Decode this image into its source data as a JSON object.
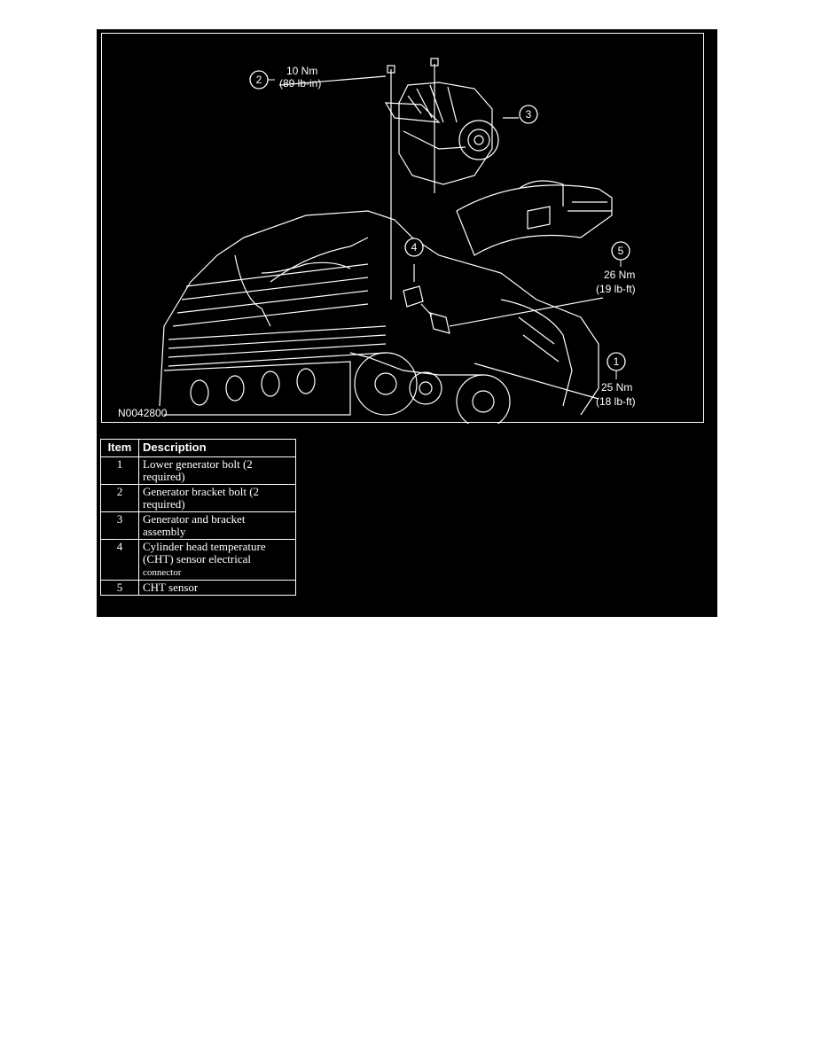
{
  "figure": {
    "figure_id": "N0042800",
    "callouts": [
      {
        "number": "1",
        "torque": "25 Nm",
        "torque_imperial": "(18 lb-ft)"
      },
      {
        "number": "2",
        "torque": "10 Nm",
        "torque_imperial": "(89 lb-in)"
      },
      {
        "number": "3"
      },
      {
        "number": "4"
      },
      {
        "number": "5",
        "torque": "26 Nm",
        "torque_imperial": "(19 lb-ft)"
      }
    ]
  },
  "legend": {
    "headers": {
      "item": "Item",
      "description": "Description"
    },
    "rows": [
      {
        "item": "1",
        "line1": "Lower generator bolt (2",
        "line2": "required)",
        "line3": ""
      },
      {
        "item": "2",
        "line1": "Generator bracket bolt (2",
        "line2": "required)",
        "line3": ""
      },
      {
        "item": "3",
        "line1": "Generator and bracket",
        "line2": "assembly",
        "line3": ""
      },
      {
        "item": "4",
        "line1": "Cylinder head temperature",
        "line2": "(CHT) sensor electrical",
        "line3": "connector"
      },
      {
        "item": "5",
        "line1": "CHT sensor",
        "line2": "",
        "line3": ""
      }
    ]
  },
  "colors": {
    "background": "#000000",
    "foreground": "#ffffff",
    "page": "#ffffff"
  }
}
